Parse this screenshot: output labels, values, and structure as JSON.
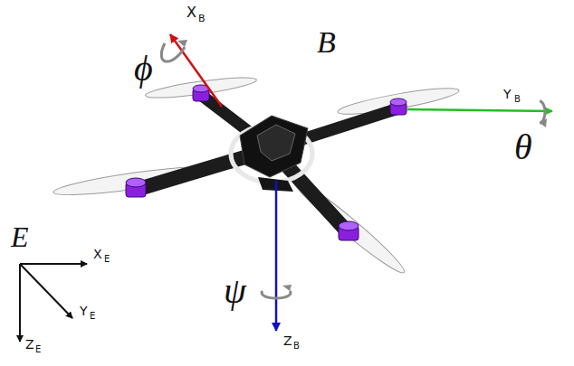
{
  "diagram": {
    "labels": [
      "X",
      "B",
      "ϕ",
      "B",
      "Y",
      "B",
      "θ",
      "E",
      "X",
      "E",
      "Y",
      "E",
      "ψ",
      "Z",
      "E",
      "Z",
      "B"
    ]
  }
}
